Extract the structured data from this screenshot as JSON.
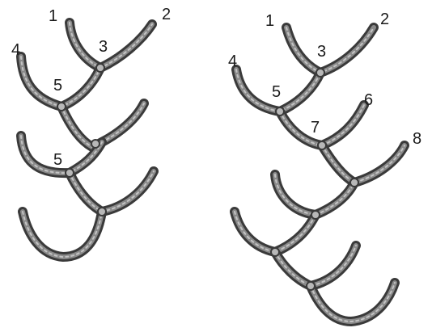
{
  "left_figure": {
    "labels": [
      "1",
      "2",
      "3",
      "4",
      "5",
      "5"
    ]
  },
  "right_figure": {
    "labels": [
      "1",
      "2",
      "3",
      "4",
      "5",
      "6",
      "7",
      "8"
    ]
  },
  "colors": {
    "stroke_dark": "#3a3a3a",
    "stroke_mid": "#8a8a8a",
    "stroke_light": "#c4c4c4"
  }
}
